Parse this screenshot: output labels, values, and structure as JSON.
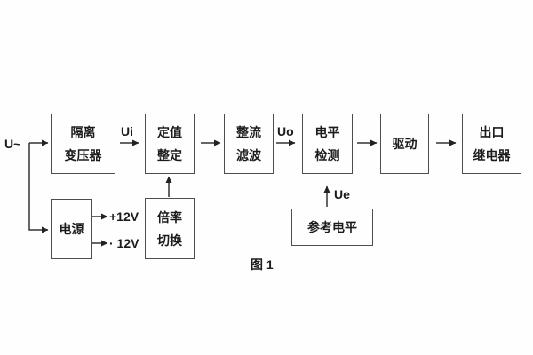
{
  "figure": {
    "caption": "图 1",
    "background": "#fefefe",
    "line_color": "#333333",
    "border_color": "#4d4d4d",
    "text_color": "#1b1b1b"
  },
  "labels": {
    "ac_input": "U~",
    "ui": "Ui",
    "uo": "Uo",
    "ue": "Ue",
    "plus_12v": "+12V",
    "minus_12v": "· 12V"
  },
  "blocks": {
    "isolation_transformer": "隔离\n变压器",
    "value_setting": "定值\n整定",
    "rectifier_filter": "整流\n滤波",
    "level_detection": "电平\n检测",
    "drive": "驱动",
    "output_relay": "出口\n继电器",
    "power_supply": "电源",
    "ratio_switch": "倍率\n切换",
    "reference_level": "参考电平"
  }
}
